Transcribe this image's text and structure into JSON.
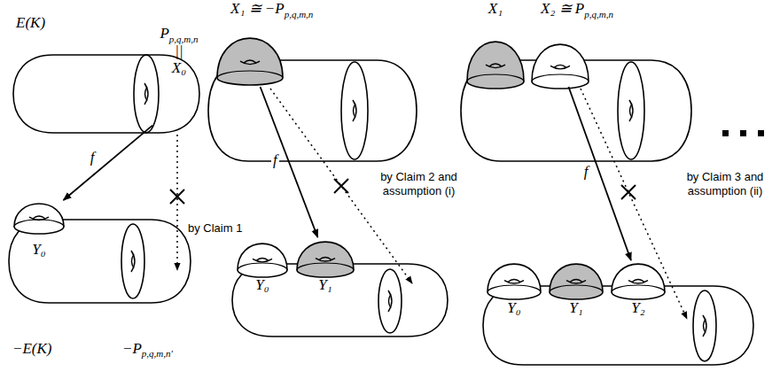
{
  "diagram": {
    "nodes": [
      {
        "text": [
          "P",
          "p,q,m,n",
          "||",
          "X₀"
        ]
      },
      {
        "text": [
          "Y₀"
        ]
      },
      {
        "text": [
          "X₁ ≅ −P",
          "p,q,m,n"
        ]
      },
      {
        "text": [
          "Y₀"
        ]
      },
      {
        "text": [
          "Y₁"
        ]
      },
      {
        "text": [
          "X₁"
        ]
      },
      {
        "text": [
          "X₂ ≅ P",
          "p,q,m,n"
        ]
      },
      {
        "text": [
          "Y₀"
        ]
      },
      {
        "text": [
          "Y₁"
        ]
      },
      {
        "text": [
          "Y₂"
        ]
      }
    ],
    "edges": [
      {
        "from": 0,
        "to": 1,
        "label": "f",
        "arrow": "to"
      },
      {
        "from": 2,
        "to": 4,
        "label": "f",
        "arrow": "to"
      },
      {
        "from": 6,
        "to": 9,
        "label": "f",
        "arrow": "to"
      }
    ],
    "labels": [
      "E(K)",
      "by Claim 1",
      "by Claim 2 and assumption (i)",
      "by Claim 3 and assumption (ii)",
      "−E(K)",
      "−P",
      "p,q,m,n′"
    ]
  }
}
